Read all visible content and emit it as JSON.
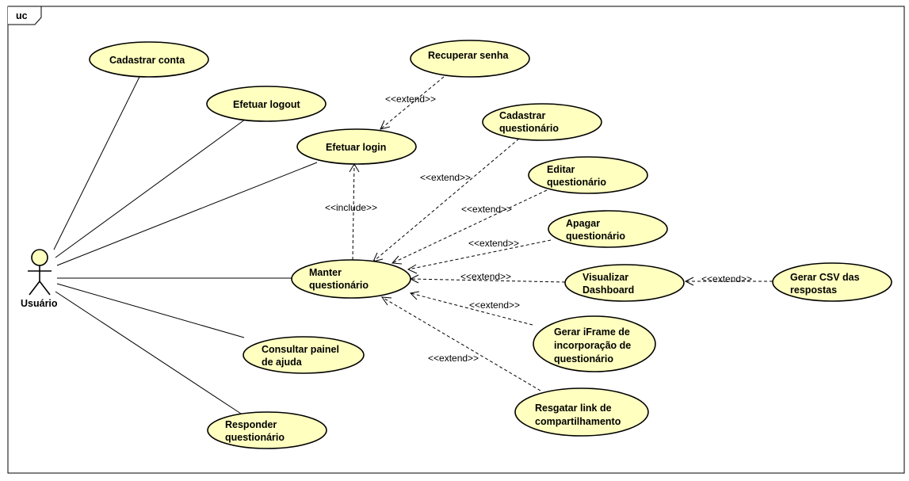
{
  "frame": {
    "label": "uc"
  },
  "actor": {
    "name": "Usuário"
  },
  "use_cases": {
    "cadastrar_conta": [
      "Cadastrar conta"
    ],
    "efetuar_logout": [
      "Efetuar logout"
    ],
    "efetuar_login": [
      "Efetuar login"
    ],
    "recuperar_senha": [
      "Recuperar senha"
    ],
    "manter_questionario": [
      "Manter",
      "questionário"
    ],
    "consultar_painel": [
      "Consultar painel",
      "de ajuda"
    ],
    "responder_questionario": [
      "Responder",
      "questionário"
    ],
    "cadastrar_questionario": [
      "Cadastrar",
      "questionário"
    ],
    "editar_questionario": [
      "Editar",
      "questionário"
    ],
    "apagar_questionario": [
      "Apagar",
      "questionário"
    ],
    "visualizar_dashboard": [
      "Visualizar",
      "Dashboard"
    ],
    "gerar_csv": [
      "Gerar CSV  das",
      "respostas"
    ],
    "gerar_iframe": [
      "Gerar iFrame de",
      "incorporação de",
      "questionário"
    ],
    "resgatar_link": [
      "Resgatar link de",
      "compartilhamento"
    ]
  },
  "stereotypes": {
    "extend_recuperar": "<<extend>>",
    "include_login": "<<include>>",
    "extend_cadastrar": "<<extend>>",
    "extend_editar": "<<extend>>",
    "extend_apagar": "<<extend>>",
    "extend_dashboard": "<<extend>>",
    "extend_csv": "<<extend>>",
    "extend_iframe": "<<extend>>",
    "extend_resgatar": "<<extend>>"
  }
}
